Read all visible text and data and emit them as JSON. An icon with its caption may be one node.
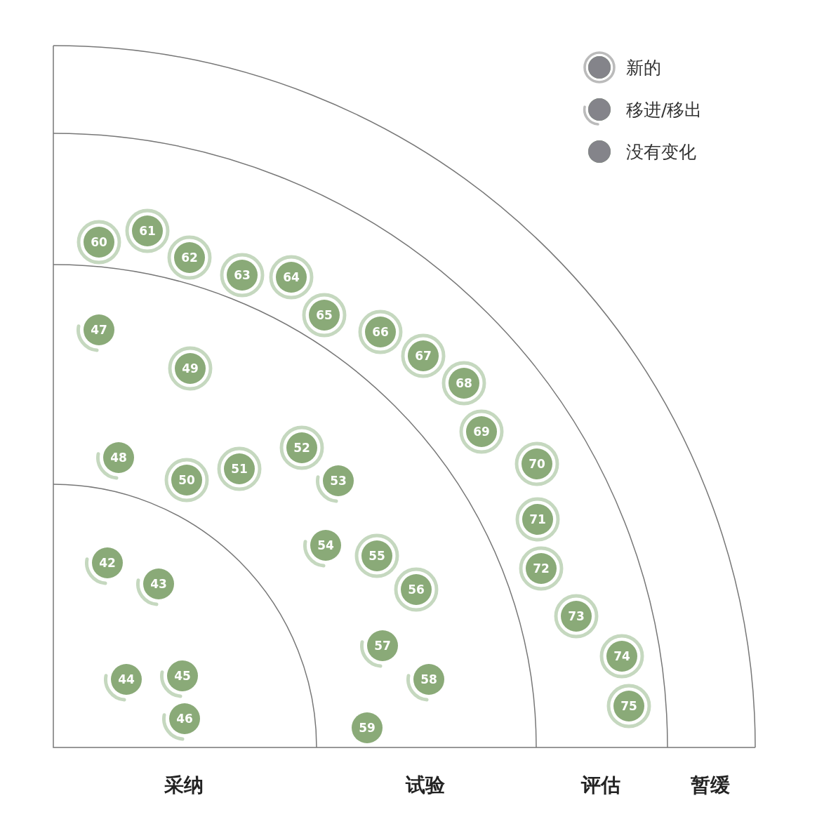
{
  "diagram": {
    "nodes": [
      {
        "text": [
          "42"
        ]
      },
      {
        "text": [
          "43"
        ]
      },
      {
        "text": [
          "44"
        ]
      },
      {
        "text": [
          "45"
        ]
      },
      {
        "text": [
          "46"
        ]
      },
      {
        "text": [
          "47"
        ]
      },
      {
        "text": [
          "48"
        ]
      },
      {
        "text": [
          "49"
        ]
      },
      {
        "text": [
          "50"
        ]
      },
      {
        "text": [
          "51"
        ]
      },
      {
        "text": [
          "52"
        ]
      },
      {
        "text": [
          "53"
        ]
      },
      {
        "text": [
          "54"
        ]
      },
      {
        "text": [
          "55"
        ]
      },
      {
        "text": [
          "56"
        ]
      },
      {
        "text": [
          "57"
        ]
      },
      {
        "text": [
          "58"
        ]
      },
      {
        "text": [
          "59"
        ]
      },
      {
        "text": [
          "60"
        ]
      },
      {
        "text": [
          "61"
        ]
      },
      {
        "text": [
          "62"
        ]
      },
      {
        "text": [
          "63"
        ]
      },
      {
        "text": [
          "64"
        ]
      },
      {
        "text": [
          "65"
        ]
      },
      {
        "text": [
          "66"
        ]
      },
      {
        "text": [
          "67"
        ]
      },
      {
        "text": [
          "68"
        ]
      },
      {
        "text": [
          "69"
        ]
      },
      {
        "text": [
          "70"
        ]
      },
      {
        "text": [
          "71"
        ]
      },
      {
        "text": [
          "72"
        ]
      },
      {
        "text": [
          "73"
        ]
      },
      {
        "text": [
          "74"
        ]
      },
      {
        "text": [
          "75"
        ]
      }
    ],
    "labels": [
      "采纳",
      "试验",
      "评估",
      "暂缓"
    ],
    "legend": [
      {
        "text": "新的"
      },
      {
        "text": "移进/移出"
      },
      {
        "text": "没有变化"
      }
    ]
  }
}
